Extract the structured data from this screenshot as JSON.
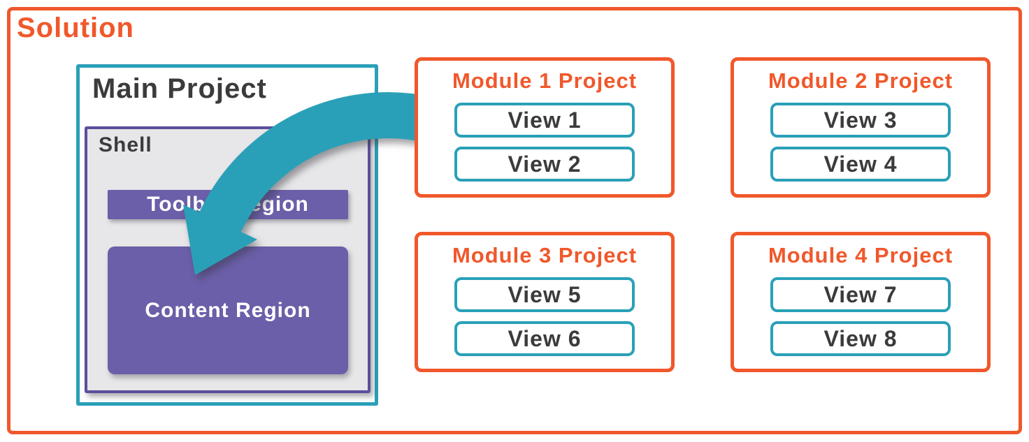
{
  "solution": {
    "label": "Solution"
  },
  "main_project": {
    "label": "Main Project",
    "shell": {
      "label": "Shell",
      "toolbar_region": {
        "label": "Toolbar Region"
      },
      "content_region": {
        "label": "Content Region"
      }
    }
  },
  "modules": [
    {
      "label": "Module 1 Project",
      "views": [
        "View 1",
        "View 2"
      ]
    },
    {
      "label": "Module 2 Project",
      "views": [
        "View 3",
        "View 4"
      ]
    },
    {
      "label": "Module 3 Project",
      "views": [
        "View 5",
        "View 6"
      ]
    },
    {
      "label": "Module 4 Project",
      "views": [
        "View 7",
        "View 8"
      ]
    }
  ],
  "colors": {
    "orange": "#F0582B",
    "teal": "#2AA0B8",
    "purple": "#6A5FA8",
    "purple_border": "#5B4E9B",
    "shell_gray": "#E7E6E8",
    "text_dark": "#3B3A3C",
    "text_light": "#FFFFFF"
  }
}
